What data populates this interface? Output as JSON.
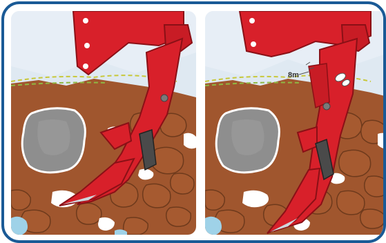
{
  "image": {
    "frame_color": "#1a5a96",
    "panels": [
      {
        "name": "left",
        "shank_color": "#d8202a",
        "soil_color": "#a0562e",
        "stone_color": "#8e8e8e",
        "sky_color": "#dfe9f2"
      },
      {
        "name": "right",
        "shank_color": "#d8202a",
        "soil_color": "#a0562e",
        "stone_color": "#8e8e8e",
        "sky_color": "#dfe9f2",
        "annotation": "8m"
      }
    ]
  }
}
